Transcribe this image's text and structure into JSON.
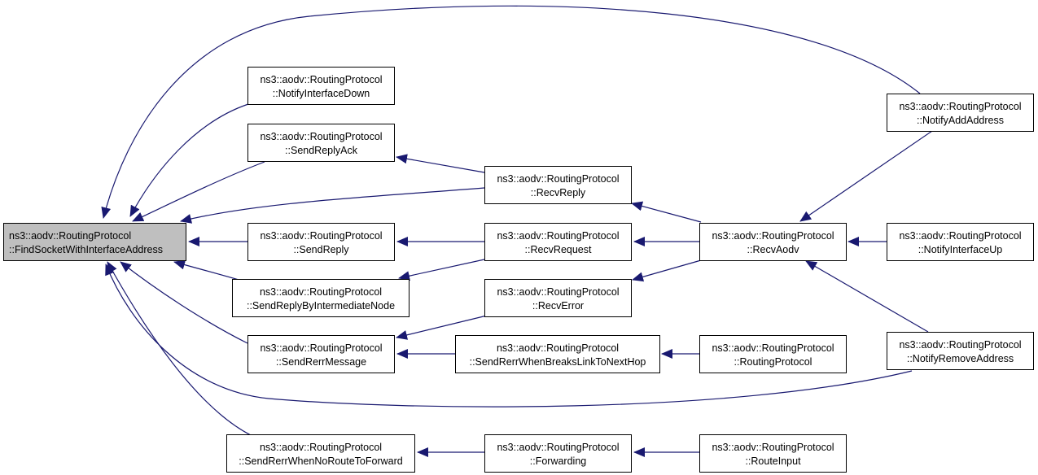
{
  "colors": {
    "edge": "#191970",
    "root_fill": "#bfbfbf",
    "node_fill": "#ffffff",
    "border": "#000000"
  },
  "nodes": {
    "find_socket": {
      "line1": "ns3::aodv::RoutingProtocol",
      "line2": "::FindSocketWithInterfaceAddress"
    },
    "notify_interface_down": {
      "line1": "ns3::aodv::RoutingProtocol",
      "line2": "::NotifyInterfaceDown"
    },
    "send_reply_ack": {
      "line1": "ns3::aodv::RoutingProtocol",
      "line2": "::SendReplyAck"
    },
    "send_reply": {
      "line1": "ns3::aodv::RoutingProtocol",
      "line2": "::SendReply"
    },
    "send_reply_intermediate": {
      "line1": "ns3::aodv::RoutingProtocol",
      "line2": "::SendReplyByIntermediateNode"
    },
    "send_rerr_message": {
      "line1": "ns3::aodv::RoutingProtocol",
      "line2": "::SendRerrMessage"
    },
    "send_rerr_no_route": {
      "line1": "ns3::aodv::RoutingProtocol",
      "line2": "::SendRerrWhenNoRouteToForward"
    },
    "recv_reply": {
      "line1": "ns3::aodv::RoutingProtocol",
      "line2": "::RecvReply"
    },
    "recv_request": {
      "line1": "ns3::aodv::RoutingProtocol",
      "line2": "::RecvRequest"
    },
    "recv_error": {
      "line1": "ns3::aodv::RoutingProtocol",
      "line2": "::RecvError"
    },
    "send_rerr_breaks_link": {
      "line1": "ns3::aodv::RoutingProtocol",
      "line2": "::SendRerrWhenBreaksLinkToNextHop"
    },
    "forwarding": {
      "line1": "ns3::aodv::RoutingProtocol",
      "line2": "::Forwarding"
    },
    "recv_aodv": {
      "line1": "ns3::aodv::RoutingProtocol",
      "line2": "::RecvAodv"
    },
    "routing_protocol": {
      "line1": "ns3::aodv::RoutingProtocol",
      "line2": "::RoutingProtocol"
    },
    "route_input": {
      "line1": "ns3::aodv::RoutingProtocol",
      "line2": "::RouteInput"
    },
    "notify_add_address": {
      "line1": "ns3::aodv::RoutingProtocol",
      "line2": "::NotifyAddAddress"
    },
    "notify_interface_up": {
      "line1": "ns3::aodv::RoutingProtocol",
      "line2": "::NotifyInterfaceUp"
    },
    "notify_remove_address": {
      "line1": "ns3::aodv::RoutingProtocol",
      "line2": "::NotifyRemoveAddress"
    }
  },
  "edges": [
    {
      "from": "notify_interface_down",
      "to": "find_socket"
    },
    {
      "from": "send_reply_ack",
      "to": "find_socket"
    },
    {
      "from": "send_reply",
      "to": "find_socket"
    },
    {
      "from": "send_reply_intermediate",
      "to": "find_socket"
    },
    {
      "from": "send_rerr_message",
      "to": "find_socket"
    },
    {
      "from": "send_rerr_no_route",
      "to": "find_socket"
    },
    {
      "from": "recv_reply",
      "to": "find_socket"
    },
    {
      "from": "notify_add_address",
      "to": "find_socket"
    },
    {
      "from": "notify_remove_address",
      "to": "find_socket"
    },
    {
      "from": "recv_reply",
      "to": "send_reply_ack"
    },
    {
      "from": "recv_request",
      "to": "send_reply"
    },
    {
      "from": "recv_request",
      "to": "send_reply_intermediate"
    },
    {
      "from": "recv_error",
      "to": "send_rerr_message"
    },
    {
      "from": "send_rerr_breaks_link",
      "to": "send_rerr_message"
    },
    {
      "from": "forwarding",
      "to": "send_rerr_no_route"
    },
    {
      "from": "recv_aodv",
      "to": "recv_reply"
    },
    {
      "from": "recv_aodv",
      "to": "recv_request"
    },
    {
      "from": "recv_aodv",
      "to": "recv_error"
    },
    {
      "from": "routing_protocol",
      "to": "send_rerr_breaks_link"
    },
    {
      "from": "route_input",
      "to": "forwarding"
    },
    {
      "from": "notify_add_address",
      "to": "recv_aodv"
    },
    {
      "from": "notify_interface_up",
      "to": "recv_aodv"
    },
    {
      "from": "notify_remove_address",
      "to": "recv_aodv"
    }
  ]
}
